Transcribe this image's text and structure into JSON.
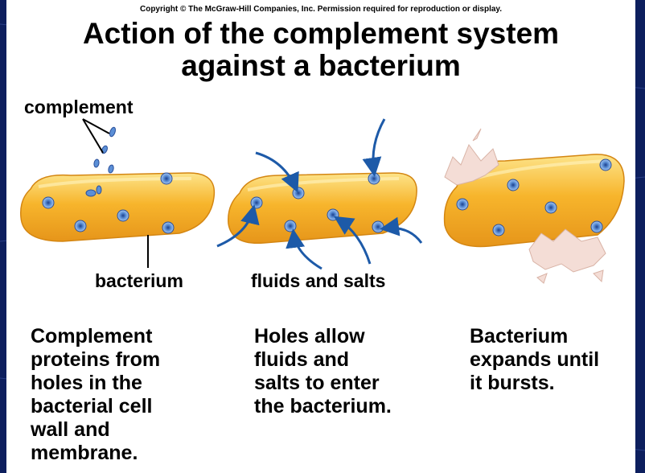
{
  "copyright": "Copyright © The McGraw-Hill Companies, Inc. Permission required for reproduction or display.",
  "title": {
    "line1": "Action of the complement system",
    "line2": "against a bacterium"
  },
  "labels": {
    "complement": "complement",
    "bacterium": "bacterium",
    "fluids_and_salts": "fluids and salts"
  },
  "captions": {
    "step1": "Complement\nproteins from\nholes in the\nbacterial cell\nwall and\nmembrane.",
    "step2": "Holes allow\nfluids and\nsalts to enter\nthe bacterium.",
    "step3": "Bacterium\nexpands until\nit bursts."
  },
  "colors": {
    "background": "#0d1f5e",
    "panel": "#ffffff",
    "bacterium_fill": "#f7b52c",
    "bacterium_highlight": "#fde48a",
    "pore": "#5b8fd6",
    "arrow": "#1d5aa8"
  }
}
